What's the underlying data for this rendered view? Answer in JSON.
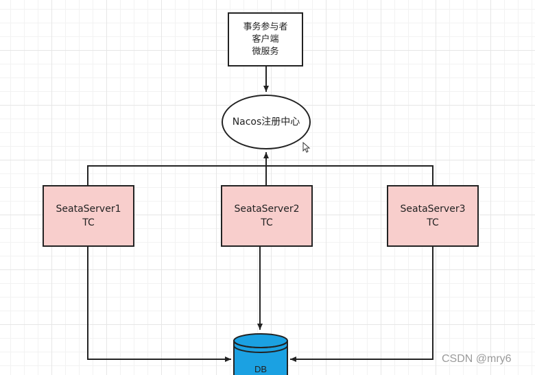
{
  "client": {
    "lines": [
      "事务参与者",
      "客户端",
      "微服务"
    ]
  },
  "nacos": {
    "label": "Nacos注册中心"
  },
  "servers": [
    {
      "name": "SeataServer1",
      "role": "TC"
    },
    {
      "name": "SeataServer2",
      "role": "TC"
    },
    {
      "name": "SeataServer3",
      "role": "TC"
    }
  ],
  "db": {
    "label": "DB"
  },
  "watermark": "CSDN @mry6",
  "colors": {
    "server_fill": "#f8cecc",
    "db_fill": "#1ba1e2",
    "stroke": "#222222"
  }
}
